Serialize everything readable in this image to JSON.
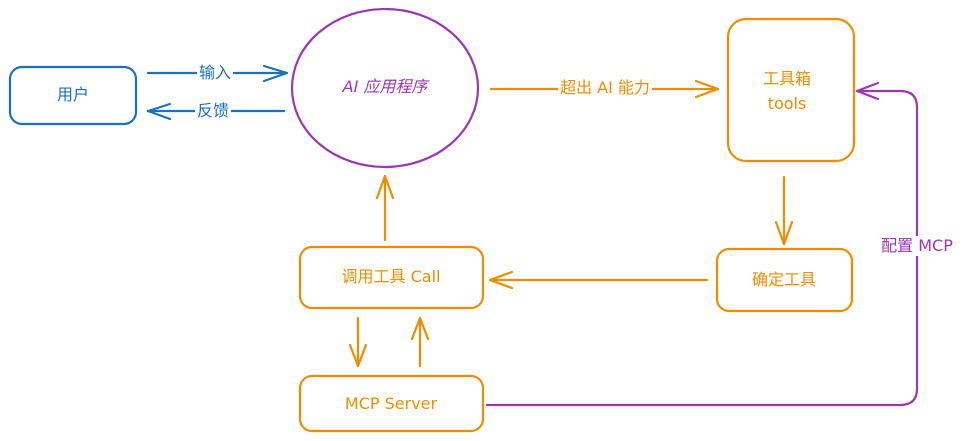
{
  "nodes": {
    "user": "用户",
    "ai_app": "AI 应用程序",
    "toolbox_line1": "工具箱",
    "toolbox_line2": "tools",
    "confirm_tool": "确定工具",
    "call_tool": "调用工具 Call",
    "mcp_server": "MCP Server"
  },
  "edges": {
    "input": "输入",
    "feedback": "反馈",
    "beyond_ai": "超出 AI 能力",
    "config_mcp": "配置 MCP"
  },
  "colors": {
    "blue": "#1971c2",
    "purple": "#9c36b5",
    "orange": "#f08c00"
  }
}
